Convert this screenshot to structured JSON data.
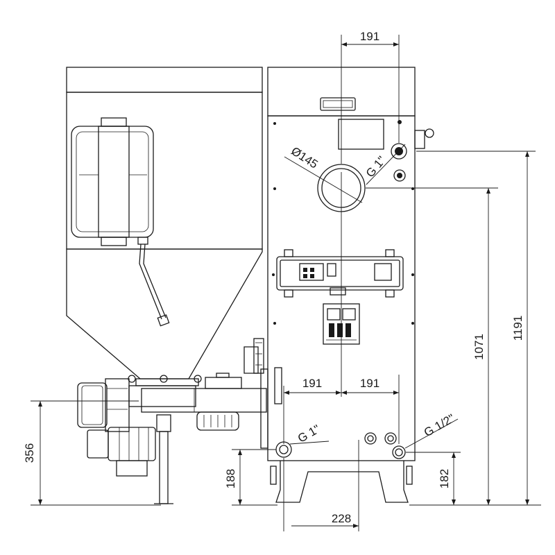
{
  "dimensions": {
    "top_pipe_spacing": "191",
    "flue_diameter": "Ø145",
    "top_connection": "G 1\"",
    "bottom_left_spacing": "191",
    "bottom_right_spacing": "191",
    "bottom_left_connection": "G 1\"",
    "bottom_right_connection": "G 1/2\"",
    "burner_height": "356",
    "inlet_height": "188",
    "drain_height": "182",
    "drain_offset": "228",
    "flue_height": "1071",
    "outlet_height": "1191"
  }
}
